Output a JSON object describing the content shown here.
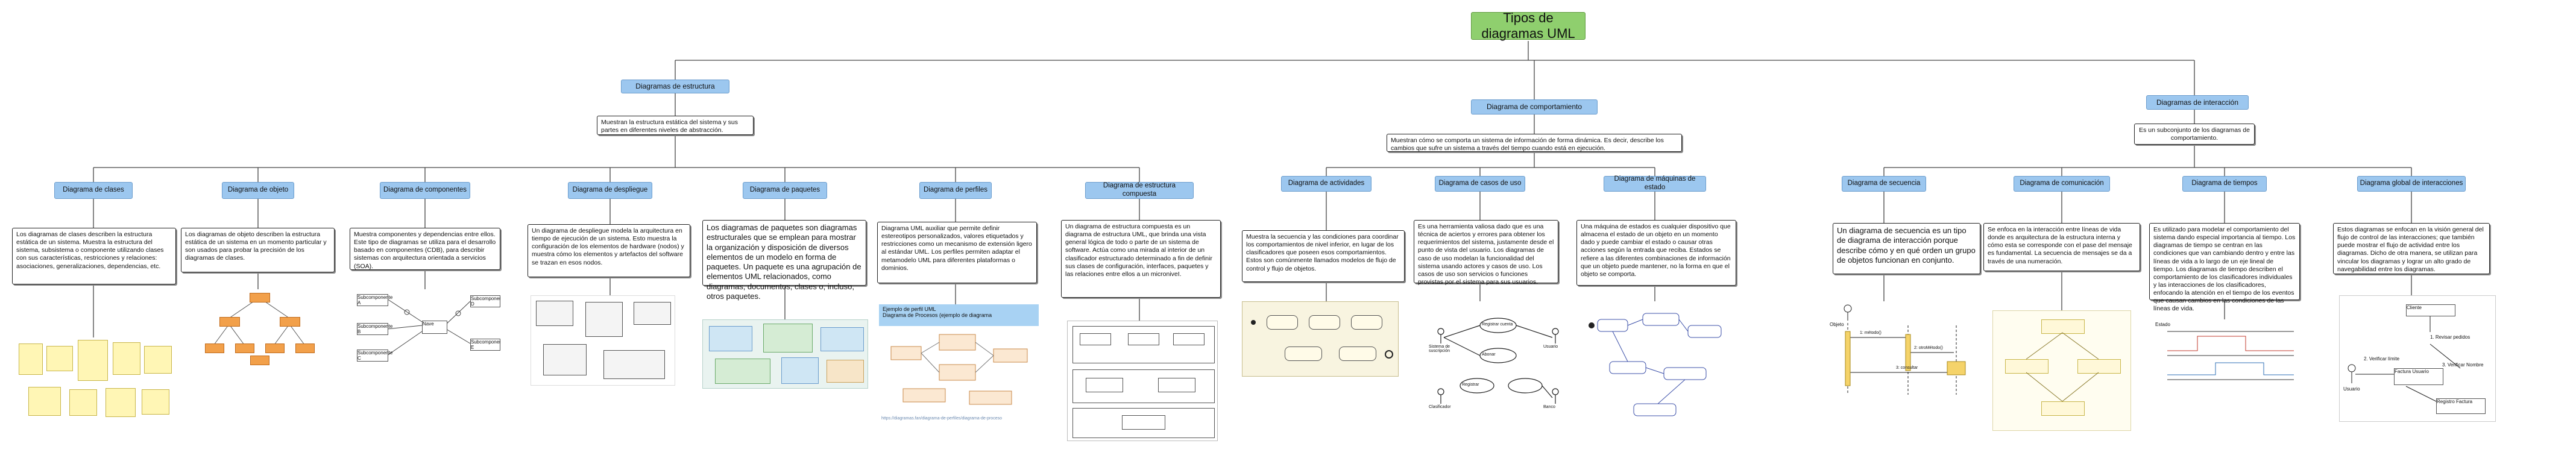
{
  "title": "Tipos de diagramas UML",
  "structure": {
    "label": "Diagramas de estructura",
    "description": "Muestran la estructura estática del sistema y sus partes en diferentes niveles de abstracción.",
    "items": [
      {
        "label": "Diagrama de clases",
        "text": "Los diagramas de clases describen la estructura estática de un sistema. Muestra la estructura del sistema, subsistema o componente utilizando clases con sus características, restricciones y relaciones: asociaciones, generalizaciones, dependencias, etc."
      },
      {
        "label": "Diagrama de objeto",
        "text": "Los diagramas de objeto describen la estructura estática de un sistema en un momento particular y son usados para probar la precisión de los diagramas de clases."
      },
      {
        "label": "Diagrama de componentes",
        "text": "Muestra componentes y dependencias entre ellos. Este tipo de diagramas se utiliza para el desarrollo basado en componentes (CDB), para describir sistemas con arquitectura orientada a servicios (SOA)."
      },
      {
        "label": "Diagrama de despliegue",
        "text": "Un diagrama de despliegue modela la arquitectura en tiempo de ejecución de un sistema. Esto muestra la configuración de los elementos de hardware (nodos) y muestra cómo los elementos y artefactos del software se trazan en esos nodos."
      },
      {
        "label": "Diagrama de paquetes",
        "text": "Los diagramas de paquetes son diagramas estructurales que se emplean para mostrar la organización y disposición de diversos elementos de un modelo en forma de paquetes. Un paquete es una agrupación de elementos UML relacionados, como diagramas, documentos, clases o, incluso, otros paquetes."
      },
      {
        "label": "Diagrama de perfiles",
        "text": "Diagrama UML auxiliar que permite definir estereotipos personalizados, valores etiquetados y restricciones como un mecanismo de extensión ligero al estándar UML. Los perfiles permiten adaptar el metamodelo UML para diferentes plataformas o dominios."
      },
      {
        "label": "Diagrama de estructura compuesta",
        "text": "Un diagrama de estructura compuesta es un diagrama de estructura UML, que brinda una vista general lógica de todo o parte de un sistema de software. Actúa como una mirada al interior de un clasificador estructurado determinado a fin de definir sus clases de configuración, interfaces, paquetes y las relaciones entre ellos a un microniveI."
      }
    ]
  },
  "behavior": {
    "label": "Diagrama de comportamiento",
    "description": "Muestran cómo se comporta un sistema de información de forma dinámica. Es decir, describe los cambios que sufre un sistema a través del tiempo cuando está en ejecución.",
    "items": [
      {
        "label": "Diagrama de actividades",
        "text": "Muestra la secuencia y las condiciones para coordinar los comportamientos de nivel inferior, en lugar de los clasificadores que poseen esos comportamientos. Estos son comúnmente llamados modelos de flujo de control y flujo de objetos."
      },
      {
        "label": "Diagrama de casos de uso",
        "text": "Es una herramienta valiosa dado que es una técnica de aciertos y errores para obtener los requerimientos del sistema, justamente desde el punto de vista del usuario. Los diagramas de caso de uso modelan la funcionalidad del sistema usando actores y casos de uso. Los casos de uso son servicios o funciones provistas por el sistema para sus usuarios."
      },
      {
        "label": "Diagrama de máquinas de estado",
        "text": "Una máquina de estados es cualquier dispositivo que almacena el estado de un objeto en un momento dado y puede cambiar el estado o causar otras acciones según la entrada que reciba. Estados se refiere a las diferentes combinaciones de información que un objeto puede mantener, no la forma en que el objeto se comporta."
      }
    ]
  },
  "interaction": {
    "label": "Diagramas de interacción",
    "description": "Es un subconjunto de los diagramas de comportamiento.",
    "items": [
      {
        "label": "Diagrama de secuencia",
        "text": "Un diagrama de secuencia es un tipo de diagrama de interacción porque describe cómo y en qué orden un grupo de objetos funcionan en conjunto."
      },
      {
        "label": "Diagrama de comunicación",
        "text": "Se enfoca en la interacción entre líneas de vida donde es arquitectura de la estructura interna y cómo esta se corresponde con el pase del mensaje es fundamental. La secuencia de mensajes se da a través de una numeración."
      },
      {
        "label": "Diagrama de tiempos",
        "text": "Es utilizado para modelar el comportamiento del sistema dando especial importancia al tiempo. Los diagramas de tiempo se centran en las condiciones que van cambiando dentro y entre las líneas de vida a lo largo de un eje lineal de tiempo. Los diagramas de tiempo describen el comportamiento de los clasificadores individuales y las interacciones de los clasificadores, enfocando la atención en el tiempo de los eventos que causan cambios en las condiciones de las líneas de vida."
      },
      {
        "label": "Diagrama global de interacciones",
        "text": "Estos diagramas se enfocan en la visión general del flujo de control de las interacciones; que también puede mostrar el flujo de actividad entre los diagramas. Dicho de otra manera, se utilizan para vincular los diagramas y lograr un alto grado de navegabilidad entre los diagramas."
      }
    ]
  },
  "images": {
    "profile_caption_1": "Ejemplo de perfil UML",
    "profile_caption_2": "Diagrama de Procesos (ejemplo de diagrama",
    "profile_link": "https://diagramas.fan/diagrama-de-perfiles/diagrama-de-proceso",
    "comp_a": "Subcomponente A",
    "comp_b": "Subcomponente B",
    "comp_c": "Subcomponente C",
    "comp_d": "Subcomponente D",
    "comp_e": "Subcomponente E",
    "comp_center": "Nave",
    "usecase_actor1": "Sistema de suscripción",
    "usecase_actor2": "Usuario",
    "usecase_actor3": "Banco",
    "usecase_actor4": "Clasificador",
    "usecase_c1": "Registrar cuenta",
    "usecase_c2": "Abonar",
    "usecase_c3": "Registrar",
    "seq_msg1": "1: método()",
    "seq_msg2": "2: otroMétodo()",
    "seq_msg3": "3: consultar",
    "seq_obj": "Objeto",
    "timing_label": "Estado",
    "global_c1": "1. Revisar pedidos",
    "global_c2": "2. Verificar límite",
    "global_c3": "3. Verificar Nombre",
    "global_c4": "Factura Usuario",
    "global_c5": "Registro Factura",
    "global_actor": "Usuario",
    "global_node": "Cliente"
  }
}
